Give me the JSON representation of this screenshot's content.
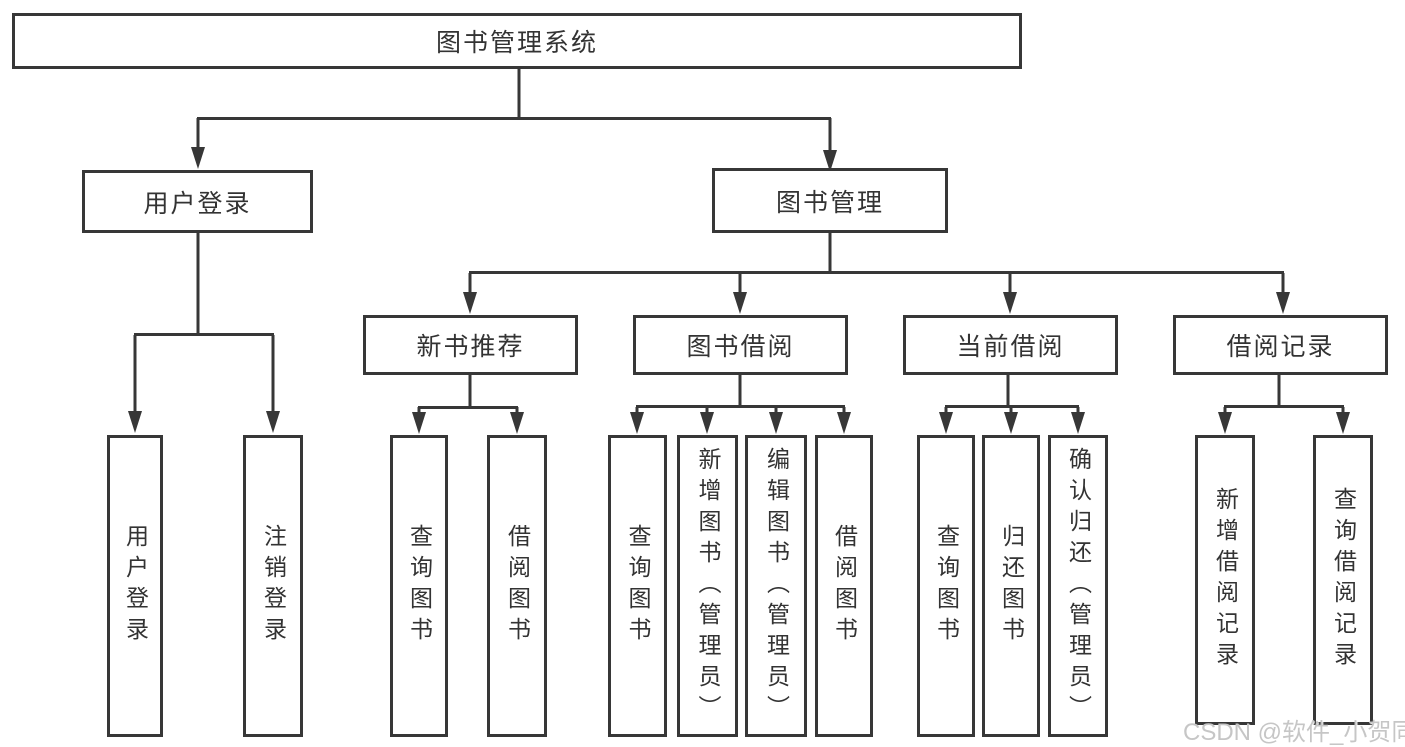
{
  "nodes": {
    "root": "图书管理系统",
    "user_login": "用户登录",
    "book_management": "图书管理",
    "new_book_recommend": "新书推荐",
    "book_borrow": "图书借阅",
    "current_borrow": "当前借阅",
    "borrow_record": "借阅记录",
    "leaves": {
      "user_login": [
        "用户登录",
        "注销登录"
      ],
      "new_book_recommend": [
        "查询图书",
        "借阅图书"
      ],
      "book_borrow": [
        "查询图书",
        "新增图书（管理员）",
        "编辑图书（管理员）",
        "借阅图书"
      ],
      "current_borrow": [
        "查询图书",
        "归还图书",
        "确认归还（管理员）"
      ],
      "borrow_record": [
        "新增借阅记录",
        "查询借阅记录"
      ]
    }
  },
  "watermark": "CSDN @软件_小贺同学",
  "colors": {
    "line": "#373737",
    "text": "#333333",
    "watermark": "#c6c6c6",
    "background": "#ffffff"
  }
}
